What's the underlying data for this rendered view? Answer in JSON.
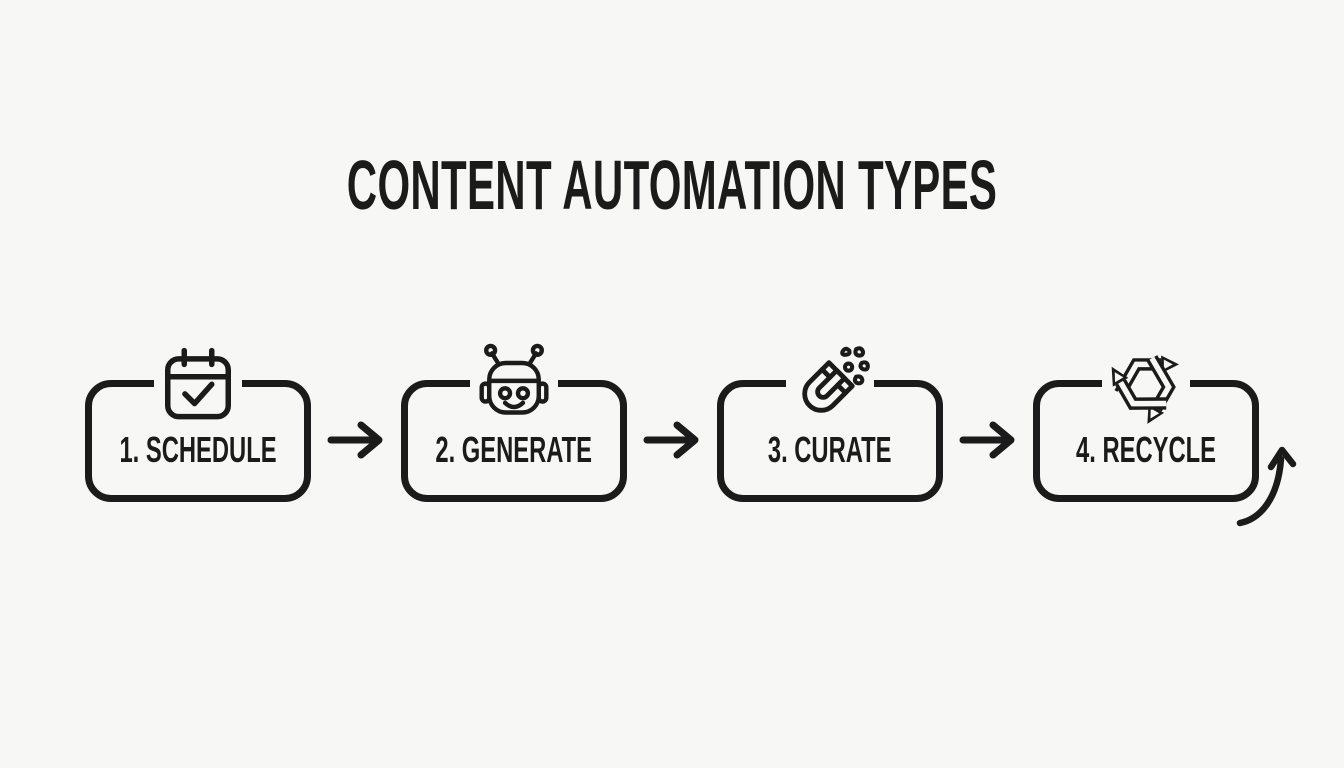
{
  "title": "CONTENT AUTOMATION TYPES",
  "flow": {
    "steps": [
      {
        "label": "1. SCHEDULE",
        "icon": "calendar-check-icon"
      },
      {
        "label": "2. GENERATE",
        "icon": "robot-icon"
      },
      {
        "label": "3. CURATE",
        "icon": "magnet-icon"
      },
      {
        "label": "4. RECYCLE",
        "icon": "recycle-icon"
      }
    ],
    "connector_icon": "arrow-right-icon",
    "loop_icon": "curved-loop-arrow-icon"
  },
  "colors": {
    "background": "#f7f7f5",
    "ink": "#1b1b1b"
  }
}
